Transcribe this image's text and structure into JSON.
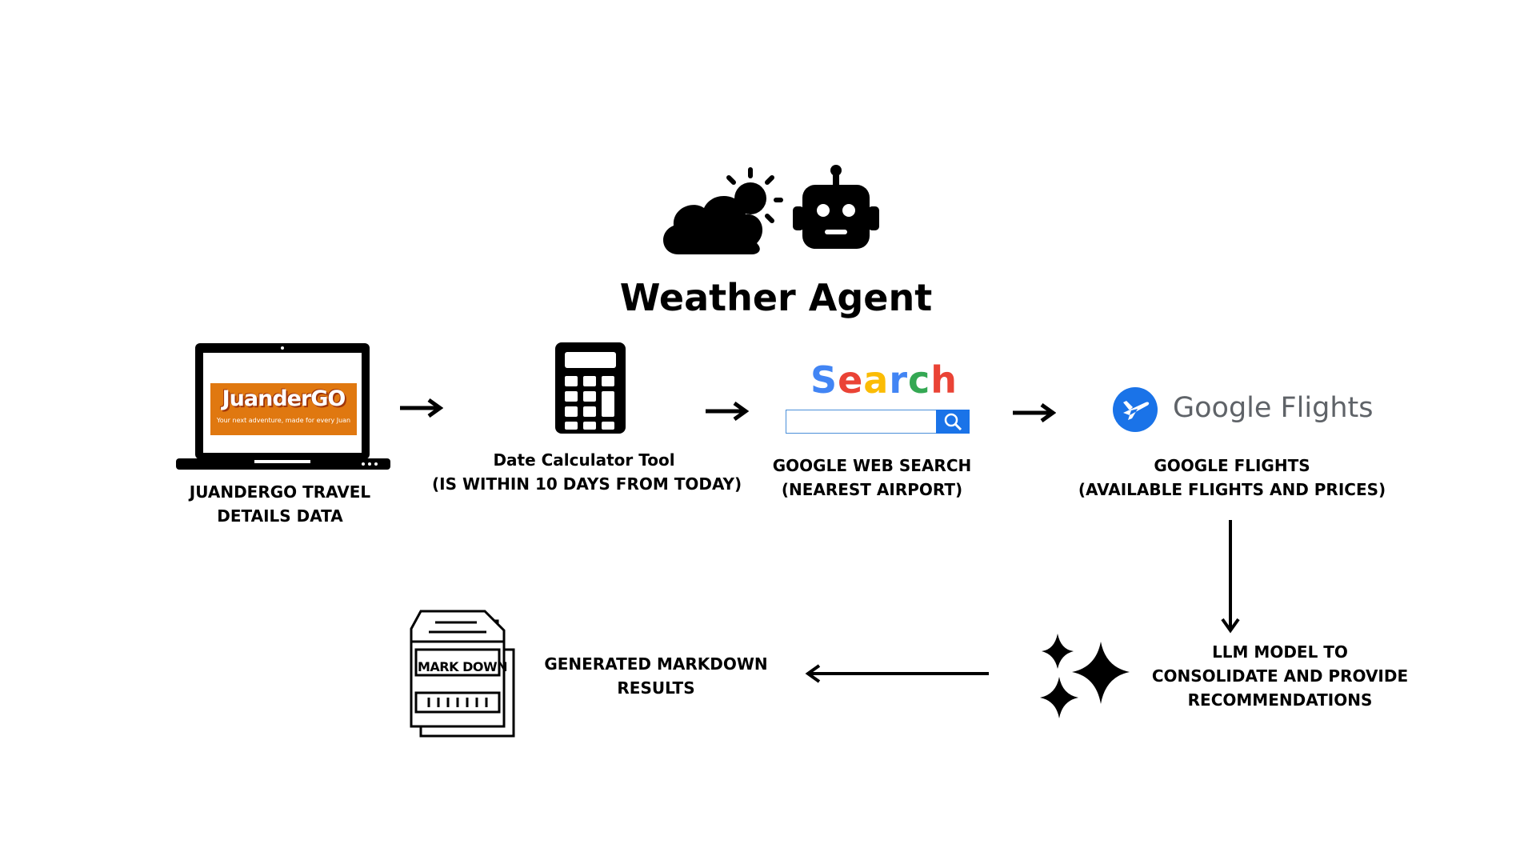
{
  "title": "Weather Agent",
  "nodes": {
    "travel_data": {
      "line1": "JUANDERGO TRAVEL",
      "line2": "DETAILS DATA",
      "logo_text": "JuanderGO",
      "logo_tagline": "Your next adventure, made for every Juan",
      "icon": "laptop-icon"
    },
    "date_tool": {
      "line1": "Date Calculator Tool",
      "line2": "(IS WITHIN 10 DAYS FROM TODAY)",
      "icon": "calculator-icon"
    },
    "web_search": {
      "search_word": "Search",
      "line1": "GOOGLE WEB SEARCH",
      "line2": "(NEAREST AIRPORT)",
      "icon": "search-icon"
    },
    "flights": {
      "brand_text": "Google Flights",
      "line1": "GOOGLE FLIGHTS",
      "line2": "(AVAILABLE FLIGHTS AND PRICES)",
      "icon": "airplane-icon"
    },
    "llm": {
      "line1": "LLM MODEL TO",
      "line2": "CONSOLIDATE AND PROVIDE",
      "line3": "RECOMMENDATIONS",
      "icon": "sparkles-icon"
    },
    "markdown": {
      "icon_text": "MARK DOWN",
      "line1": "GENERATED MARKDOWN",
      "line2": "RESULTS",
      "icon": "document-icon"
    }
  },
  "header_icons": [
    "cloud-sun-icon",
    "robot-icon"
  ],
  "colors": {
    "accent_orange": "#e07810",
    "google_blue": "#4285F4",
    "google_red": "#EA4335",
    "google_yellow": "#FBBC05",
    "google_green": "#34A853",
    "flights_blue": "#1a73e8"
  }
}
